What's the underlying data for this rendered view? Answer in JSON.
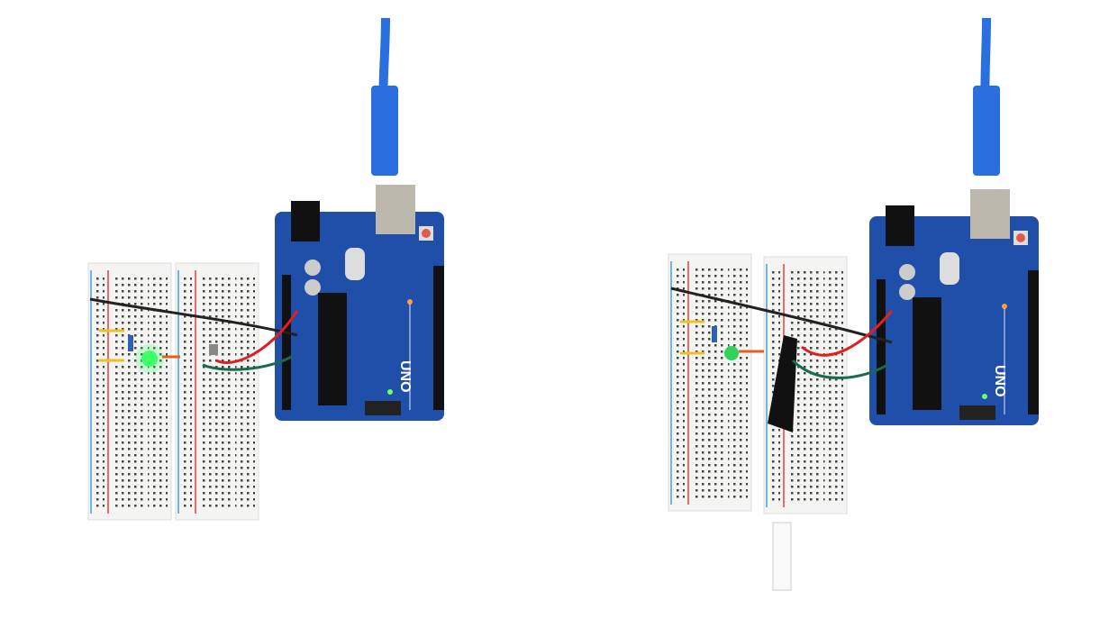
{
  "scenes": [
    {
      "name": "circuit-led-on",
      "board_logo": "UNO",
      "led_color": "#3cff6a",
      "sensor_inserted": false
    },
    {
      "name": "circuit-with-probe",
      "board_logo": "UNO",
      "led_color": "#2fd35a",
      "sensor_inserted": true
    }
  ],
  "colors": {
    "board": "#1f4fa8",
    "usb_cable": "#2a6fe0",
    "breadboard": "#f4f4f2",
    "rail_red": "#e04040",
    "rail_blue": "#4aa0d8"
  }
}
